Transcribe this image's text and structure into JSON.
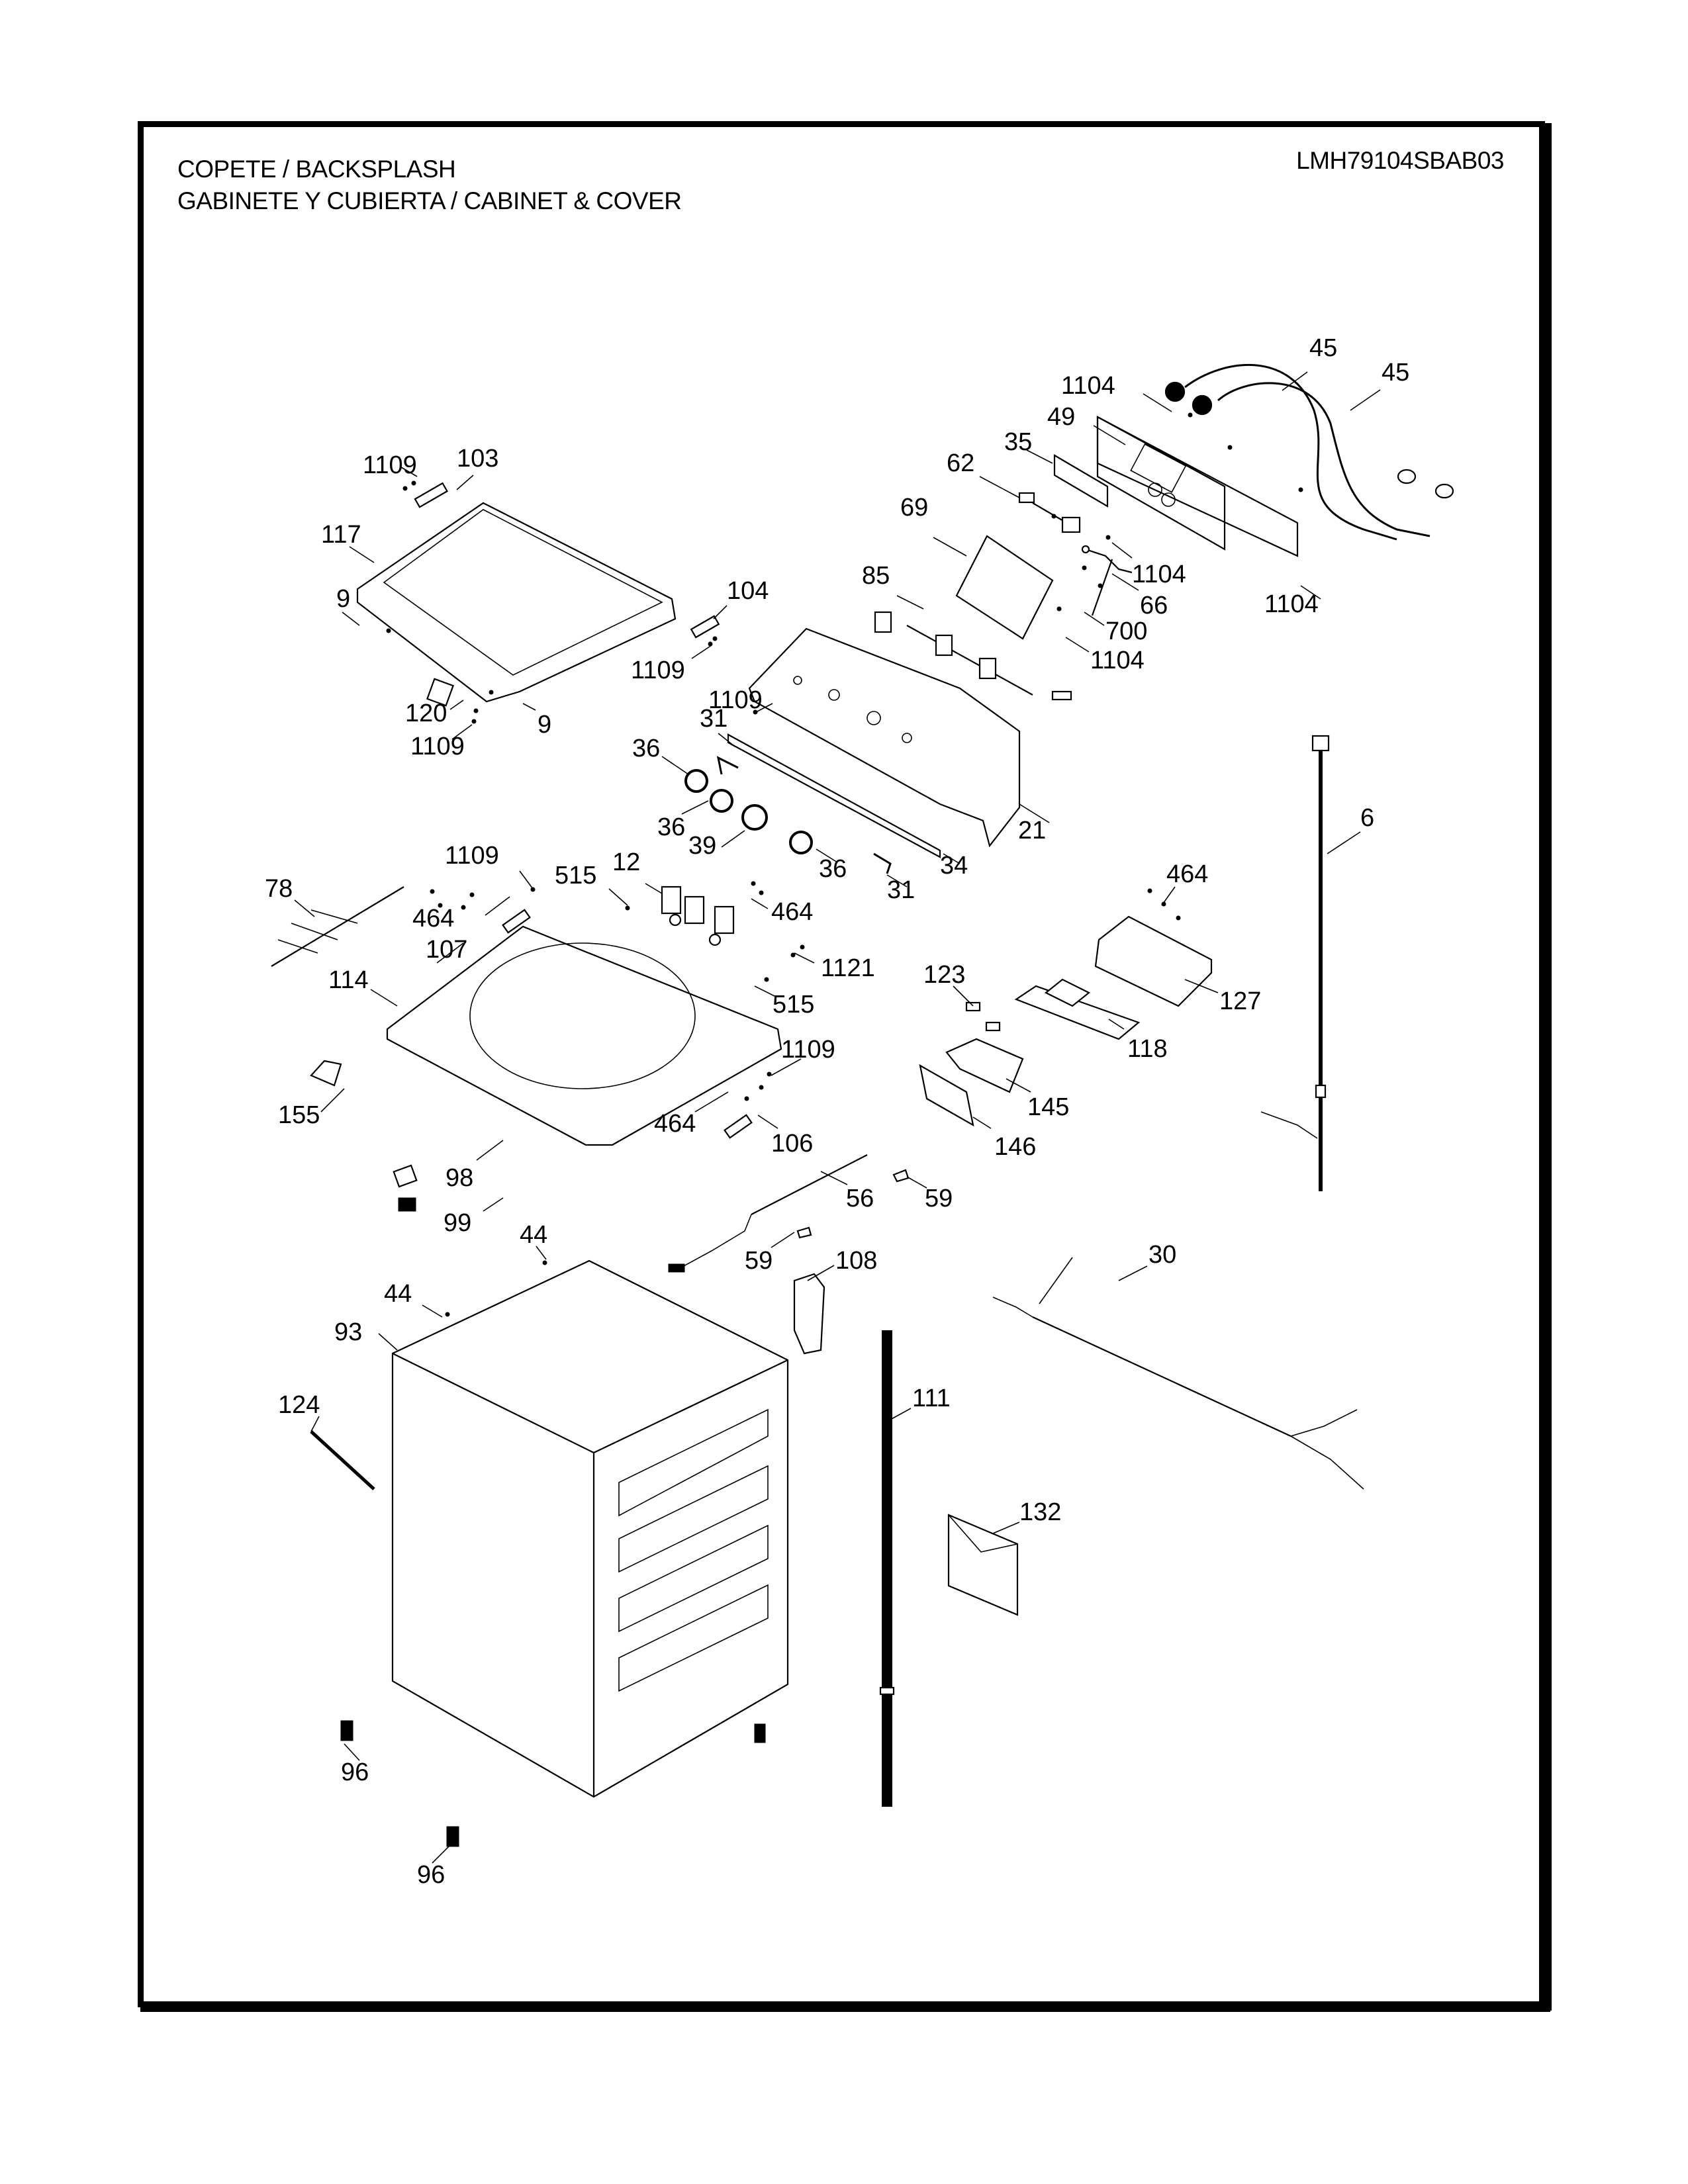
{
  "header": {
    "title_line_1": "COPETE / BACKSPLASH",
    "title_line_2": "GABINETE Y CUBIERTA / CABINET & COVER",
    "model_number": "LMH79104SBAB03"
  },
  "callouts": [
    {
      "id": "c45a",
      "label": "45",
      "part": "inlet-hose"
    },
    {
      "id": "c45b",
      "label": "45",
      "part": "inlet-hose"
    },
    {
      "id": "c1104a",
      "label": "1104",
      "part": "screw"
    },
    {
      "id": "c49",
      "label": "49",
      "part": "rear-panel"
    },
    {
      "id": "c35",
      "label": "35",
      "part": "filter-strip"
    },
    {
      "id": "c62",
      "label": "62",
      "part": "switch-assembly"
    },
    {
      "id": "c69",
      "label": "69",
      "part": "control-board"
    },
    {
      "id": "c1104b",
      "label": "1104",
      "part": "screw"
    },
    {
      "id": "c66",
      "label": "66",
      "part": "wire-harness"
    },
    {
      "id": "c1104c",
      "label": "1104",
      "part": "screw"
    },
    {
      "id": "c85",
      "label": "85",
      "part": "encoder-harness"
    },
    {
      "id": "c700",
      "label": "700",
      "part": "screw"
    },
    {
      "id": "c1104d",
      "label": "1104",
      "part": "screw"
    },
    {
      "id": "c1109a",
      "label": "1109",
      "part": "screw"
    },
    {
      "id": "c103",
      "label": "103",
      "part": "hinge"
    },
    {
      "id": "c117",
      "label": "117",
      "part": "lid"
    },
    {
      "id": "c104",
      "label": "104",
      "part": "hinge"
    },
    {
      "id": "c9a",
      "label": "9",
      "part": "bumper"
    },
    {
      "id": "c1109b",
      "label": "1109",
      "part": "screw"
    },
    {
      "id": "c1109c",
      "label": "1109",
      "part": "screw"
    },
    {
      "id": "c120",
      "label": "120",
      "part": "lid-lock"
    },
    {
      "id": "c9b",
      "label": "9",
      "part": "bumper"
    },
    {
      "id": "c1109d",
      "label": "1109",
      "part": "screw"
    },
    {
      "id": "c31a",
      "label": "31",
      "part": "end-cap"
    },
    {
      "id": "c36a",
      "label": "36",
      "part": "knob"
    },
    {
      "id": "c21",
      "label": "21",
      "part": "backsplash"
    },
    {
      "id": "c36b",
      "label": "36",
      "part": "knob"
    },
    {
      "id": "c39",
      "label": "39",
      "part": "knob-large"
    },
    {
      "id": "c34",
      "label": "34",
      "part": "trim-strip"
    },
    {
      "id": "c36c",
      "label": "36",
      "part": "knob"
    },
    {
      "id": "c31b",
      "label": "31",
      "part": "end-cap"
    },
    {
      "id": "c6",
      "label": "6",
      "part": "power-cord"
    },
    {
      "id": "c1109e",
      "label": "1109",
      "part": "screw"
    },
    {
      "id": "c78",
      "label": "78",
      "part": "harness"
    },
    {
      "id": "c515a",
      "label": "515",
      "part": "screw"
    },
    {
      "id": "c12",
      "label": "12",
      "part": "water-valve"
    },
    {
      "id": "c464a",
      "label": "464",
      "part": "screw"
    },
    {
      "id": "c464b",
      "label": "464",
      "part": "screw"
    },
    {
      "id": "c464c",
      "label": "464",
      "part": "screw"
    },
    {
      "id": "c107",
      "label": "107",
      "part": "bracket"
    },
    {
      "id": "c1121",
      "label": "1121",
      "part": "screw"
    },
    {
      "id": "c114",
      "label": "114",
      "part": "top-cover"
    },
    {
      "id": "c515b",
      "label": "515",
      "part": "screw"
    },
    {
      "id": "c123",
      "label": "123",
      "part": "siphon-cap"
    },
    {
      "id": "c127",
      "label": "127",
      "part": "dispenser-housing"
    },
    {
      "id": "c118",
      "label": "118",
      "part": "dispenser-insert"
    },
    {
      "id": "c1109f",
      "label": "1109",
      "part": "screw"
    },
    {
      "id": "c155",
      "label": "155",
      "part": "handle"
    },
    {
      "id": "c464d",
      "label": "464",
      "part": "screw"
    },
    {
      "id": "c106",
      "label": "106",
      "part": "bracket"
    },
    {
      "id": "c145",
      "label": "145",
      "part": "dispenser-drawer"
    },
    {
      "id": "c146",
      "label": "146",
      "part": "drawer-panel"
    },
    {
      "id": "c98",
      "label": "98",
      "part": "switch-cover"
    },
    {
      "id": "c56",
      "label": "56",
      "part": "lid-switch-harness"
    },
    {
      "id": "c59a",
      "label": "59",
      "part": "clip"
    },
    {
      "id": "c99",
      "label": "99",
      "part": "lid-switch"
    },
    {
      "id": "c59b",
      "label": "59",
      "part": "clip"
    },
    {
      "id": "c44a",
      "label": "44",
      "part": "clip"
    },
    {
      "id": "c108",
      "label": "108",
      "part": "air-trap"
    },
    {
      "id": "c30",
      "label": "30",
      "part": "main-harness"
    },
    {
      "id": "c44b",
      "label": "44",
      "part": "clip"
    },
    {
      "id": "c93",
      "label": "93",
      "part": "cabinet"
    },
    {
      "id": "c111",
      "label": "111",
      "part": "drain-hose"
    },
    {
      "id": "c124",
      "label": "124",
      "part": "brace"
    },
    {
      "id": "c132",
      "label": "132",
      "part": "manual"
    },
    {
      "id": "c96a",
      "label": "96",
      "part": "leveling-leg"
    },
    {
      "id": "c96b",
      "label": "96",
      "part": "leveling-leg"
    }
  ]
}
